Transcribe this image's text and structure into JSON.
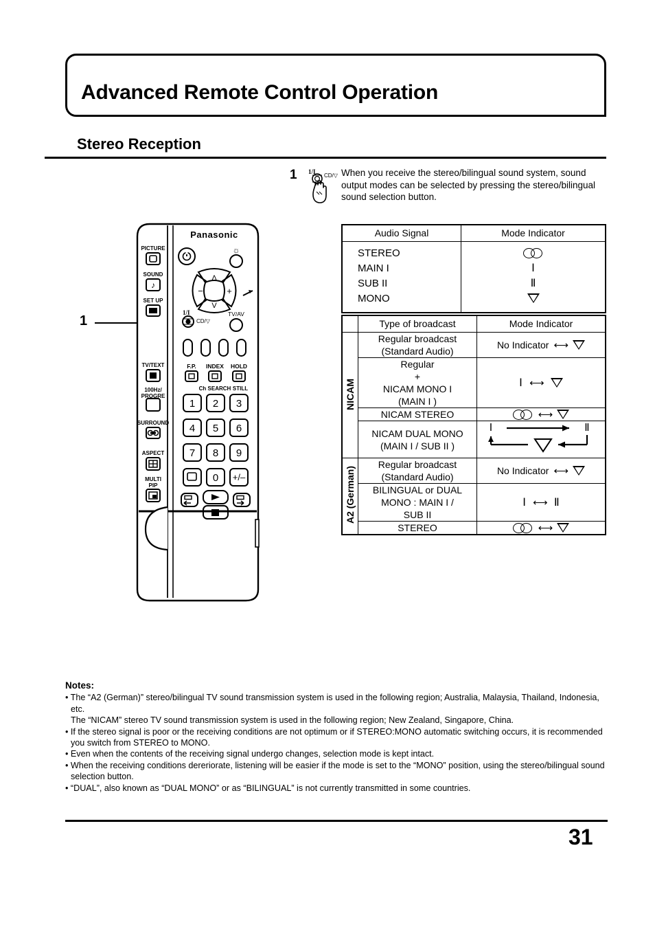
{
  "header": {
    "title": "Advanced Remote Control Operation",
    "section_title": "Stereo Reception"
  },
  "step": {
    "number": "1",
    "icon_label": "1/II",
    "icon_sub": "CD/▽",
    "text": "When you receive the stereo/bilingual sound system, sound output modes can be selected by pressing the stereo/bilingual sound selection button."
  },
  "remote": {
    "callout": "1",
    "brand": "Panasonic",
    "left_buttons": [
      "PICTURE",
      "SOUND",
      "SET UP",
      "TV/TEXT",
      "100Hz/\nPROGRE",
      "SURROUND",
      "ASPECT",
      "MULTI\nPIP"
    ],
    "labels": {
      "sound_select": "1/II",
      "sound_select_sub": "CD/▽",
      "tv_av": "TV/AV",
      "fp": "F.P.",
      "index": "INDEX",
      "hold": "HOLD",
      "ch_search": "Ch SEARCH",
      "still": "STILL"
    },
    "keypad": [
      "1",
      "2",
      "3",
      "4",
      "5",
      "6",
      "7",
      "8",
      "9",
      "",
      "0",
      "+/–"
    ]
  },
  "table_audio": {
    "headers": [
      "Audio Signal",
      "Mode Indicator"
    ],
    "rows": [
      {
        "signal": "STEREO",
        "indicator": "stereo-icon"
      },
      {
        "signal": "MAIN I",
        "indicator": "I"
      },
      {
        "signal": "SUB II",
        "indicator": "II"
      },
      {
        "signal": "MONO",
        "indicator": "triangle-icon"
      }
    ]
  },
  "table_broadcast": {
    "headers": [
      "Type of broadcast",
      "Mode Indicator"
    ],
    "groups": [
      {
        "label": "NICAM",
        "rows": [
          {
            "type": "Regular broadcast\n(Standard Audio)",
            "indicator_text": "No Indicator",
            "indicator_kind": "text-arrow-triangle"
          },
          {
            "type": "Regular\n+\nNICAM MONO I\n(MAIN I )",
            "indicator_kind": "roman-arrow-triangle",
            "left": "I"
          },
          {
            "type": "NICAM STEREO",
            "indicator_kind": "stereo-arrow-triangle"
          },
          {
            "type": "NICAM DUAL MONO\n(MAIN I / SUB II )",
            "indicator_kind": "dual-loop",
            "left": "I",
            "right": "II"
          }
        ]
      },
      {
        "label": "A2 (German)",
        "rows": [
          {
            "type": "Regular broadcast\n(Standard Audio)",
            "indicator_text": "No Indicator",
            "indicator_kind": "text-arrow-triangle"
          },
          {
            "type": "BILINGUAL or DUAL\nMONO : MAIN I /\nSUB II",
            "indicator_kind": "roman-arrow-roman",
            "left": "I",
            "right": "II"
          },
          {
            "type": "STEREO",
            "indicator_kind": "stereo-arrow-triangle"
          }
        ]
      }
    ]
  },
  "notes": {
    "heading": "Notes:",
    "items": [
      "• The “A2 (German)” stereo/bilingual TV sound transmission system is used in the following region; Australia, Malaysia, Thailand, Indonesia, etc.",
      "The “NICAM” stereo TV sound transmission system is used in the following region; New Zealand, Singapore, China.",
      "• If the stereo signal is poor or the receiving conditions are not optimum or if STEREO:MONO automatic switching occurs, it is recommended you switch from STEREO to MONO.",
      "• Even when the contents of the receiving signal undergo changes, selection mode is kept intact.",
      "• When the receiving conditions dereriorate, listening will be easier if the mode is set to the “MONO” position, using the stereo/bilingual sound selection button.",
      "• “DUAL”, also known as “DUAL MONO” or as “BILINGUAL” is not currently transmitted in some countries."
    ]
  },
  "footer": {
    "page_number": "31"
  }
}
